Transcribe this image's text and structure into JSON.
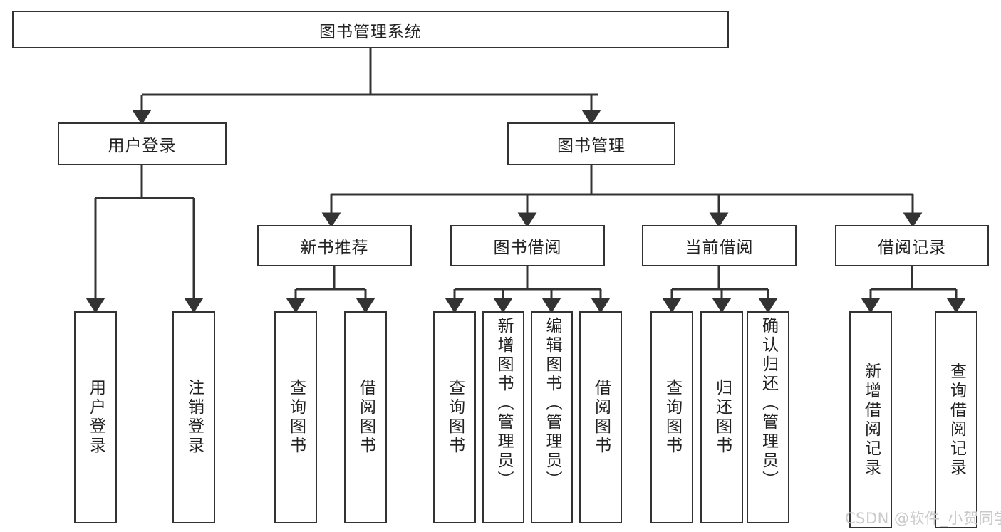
{
  "diagram": {
    "title": "图书管理系统",
    "type": "tree",
    "watermark": "CSDN @软件_小贺同学",
    "colors": {
      "box_border": "#333333",
      "box_fill": "#ffffff",
      "connector": "#333333",
      "text": "#222222",
      "watermark": "#c9c9c9"
    },
    "root": {
      "label": "图书管理系统"
    },
    "level2": [
      {
        "label": "用户登录"
      },
      {
        "label": "图书管理"
      }
    ],
    "level3": [
      {
        "label": "新书推荐"
      },
      {
        "label": "图书借阅"
      },
      {
        "label": "当前借阅"
      },
      {
        "label": "借阅记录"
      }
    ],
    "leaves": {
      "user_login": [
        {
          "label": "用户登录"
        },
        {
          "label": "注销登录"
        }
      ],
      "new_book_recommend": [
        {
          "label": "查询图书"
        },
        {
          "label": "借阅图书"
        }
      ],
      "book_borrow": [
        {
          "label": "查询图书"
        },
        {
          "label": "新增图书（管理员）"
        },
        {
          "label": "编辑图书（管理员）"
        },
        {
          "label": "借阅图书"
        }
      ],
      "current_borrow": [
        {
          "label": "查询图书"
        },
        {
          "label": "归还图书"
        },
        {
          "label": "确认归还（管理员）"
        }
      ],
      "borrow_record": [
        {
          "label": "新增借阅记录"
        },
        {
          "label": "查询借阅记录"
        }
      ]
    }
  }
}
